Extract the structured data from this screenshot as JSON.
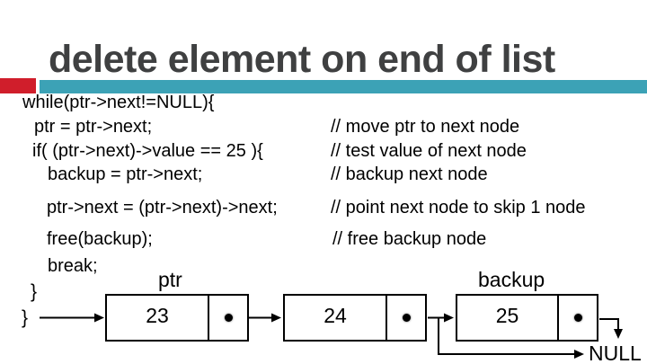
{
  "slide": {
    "title": "delete element on end of list"
  },
  "colors": {
    "accent_red": "#d01e2b",
    "accent_teal": "#3ca2b6",
    "title_text": "#3f4041",
    "body_text": "#000000",
    "background": "#ffffff"
  },
  "code": {
    "lines": [
      {
        "code": "while(ptr->next!=NULL){",
        "comment": ""
      },
      {
        "code": "ptr = ptr->next;",
        "comment": "// move ptr to next node"
      },
      {
        "code": "if( (ptr->next)->value == 25 ){",
        "comment": "// test value of next node"
      },
      {
        "code": "backup = ptr->next;",
        "comment": "// backup next node"
      },
      {
        "code": "ptr->next = (ptr->next)->next;",
        "comment": "// point next node to skip 1 node"
      },
      {
        "code": "free(backup);",
        "comment": "// free backup node"
      },
      {
        "code": "break;",
        "comment": ""
      },
      {
        "code": "}",
        "comment": ""
      },
      {
        "code": "}",
        "comment": ""
      }
    ]
  },
  "diagram": {
    "labels": {
      "ptr": "ptr",
      "backup": "backup",
      "null": "NULL"
    },
    "nodes": [
      {
        "value": "23"
      },
      {
        "value": "24"
      },
      {
        "value": "25"
      }
    ]
  }
}
